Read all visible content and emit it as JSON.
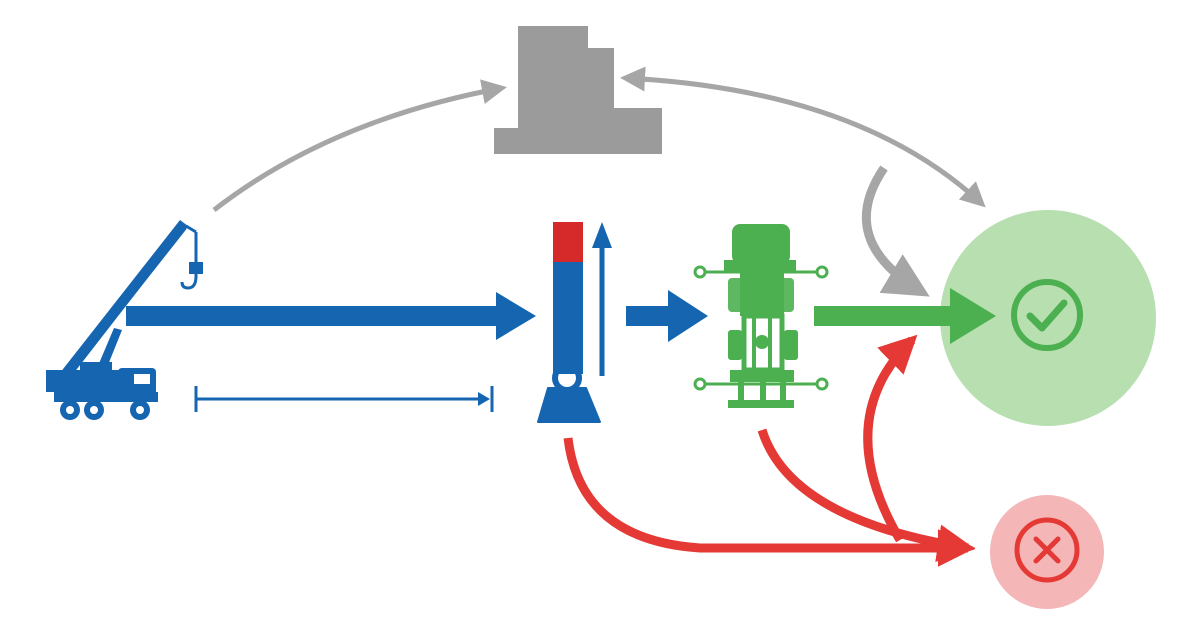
{
  "diagram": {
    "nodes": [
      {
        "id": "crane",
        "icon": "mobile-crane-icon",
        "color": "#1565b0"
      },
      {
        "id": "building",
        "icon": "building-blocks-icon",
        "color": "#9b9b9b"
      },
      {
        "id": "load-column",
        "icon": "weight-column-icon",
        "color": "#1565b0",
        "accent": "#d62a2a"
      },
      {
        "id": "rigging",
        "icon": "rigging-assembly-icon",
        "color": "#4caf50"
      },
      {
        "id": "success",
        "icon": "check-circle-icon",
        "color": "#4caf50",
        "fill": "#b7dfb0"
      },
      {
        "id": "failure",
        "icon": "x-circle-icon",
        "color": "#e53935",
        "fill": "#f4b6b6"
      }
    ],
    "flows": [
      {
        "from": "crane",
        "to": "load-column",
        "color": "#1565b0"
      },
      {
        "from": "load-column",
        "to": "rigging",
        "color": "#1565b0"
      },
      {
        "from": "rigging",
        "to": "success",
        "color": "#4caf50"
      },
      {
        "from": "crane",
        "to": "building",
        "color": "#a6a6a6"
      },
      {
        "from": "building",
        "to": "success",
        "color": "#a6a6a6",
        "bidirectional": true
      },
      {
        "from": "load-column",
        "to": "failure",
        "color": "#e53935"
      },
      {
        "from": "rigging",
        "to": "failure",
        "color": "#e53935"
      },
      {
        "from": "failure",
        "to": "success",
        "color": "#e53935"
      }
    ]
  }
}
